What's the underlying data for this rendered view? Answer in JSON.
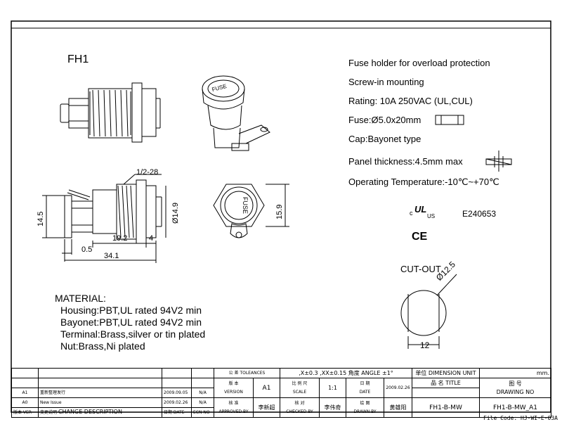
{
  "title": "FH1",
  "specs": [
    "Fuse holder for overload protection",
    "Screw-in mounting",
    "Rating: 10A 250VAC (UL,CUL)",
    "Fuse:Ø5.0x20mm",
    "Cap:Bayonet type",
    "Panel thickness:4.5mm max",
    "Operating Temperature:-10℃~+70℃"
  ],
  "certs": {
    "ul_mark": "c",
    "ul_logo": "UL",
    "ul_us": "US",
    "ul_file": "E240653",
    "ce": "CE"
  },
  "cutout": {
    "label": "CUT-OUT",
    "diameter": "Ø12.5",
    "width": "12"
  },
  "dimensions": {
    "thread": "1/2-28",
    "d1": "Ø14.9",
    "d2": "15.9",
    "d3": "14.5",
    "l1": "19.2",
    "l2": "4",
    "l3": "0.5",
    "l4": "34.1"
  },
  "cap_text": "FUSE",
  "material": {
    "heading": "MATERIAL:",
    "lines": [
      "Housing:PBT,UL rated 94V2 min",
      "Bayonet:PBT,UL rated 94V2 min",
      "Terminal:Brass,silver or tin plated",
      "Nut:Brass,Ni plated"
    ]
  },
  "titleblock": {
    "tolerance_label": "公 差 TOLEANCES",
    "tolerance_values": ",X±0.3 ,XX±0.15 角度 ANGLE ±1°",
    "unit_label": "单位 DIMENSION UNIT",
    "unit_value": "mm.",
    "version_label_cn": "版 本",
    "version_label_en": "VERSION",
    "version": "A1",
    "scale_label_cn": "比 例 尺",
    "scale_label_en": "SCALE",
    "scale": "1:1",
    "date_label_cn": "日 期",
    "date_label_en": "DATE",
    "date": "2009.02.26",
    "title_label": "品 名 TITLE",
    "drawing_label_cn": "图 号",
    "drawing_label_en": "DRAWING NO",
    "approved_cn": "核 准",
    "approved_en": "APPROVED BY",
    "approved_by": "李新超",
    "checked_cn": "核 对",
    "checked_en": "CHECKED BY",
    "checked_by": "李伟奇",
    "drawn_cn": "绘 图",
    "drawn_en": "DRAWN BY",
    "drawn_by": "黄雄阳",
    "title_value": "FH1-B-MW",
    "drawing_no": "FH1-B-MW_A1",
    "rev_rows": [
      {
        "ver": "A1",
        "desc": "重新整理发行",
        "date": "2009.09.05",
        "ecn": "N/A"
      },
      {
        "ver": "A0",
        "desc": "New Issue",
        "date": "2009.02.26",
        "ecn": "N/A"
      }
    ],
    "hdr_ver": "版本 VER",
    "hdr_desc_cn": "变更说明",
    "hdr_desc_en": "CHANGE DESCRIPTION",
    "hdr_date": "日期 DATE",
    "hdr_ecn": "ECN NO"
  },
  "file_code": "File Code: HJ-WI-E-03A"
}
